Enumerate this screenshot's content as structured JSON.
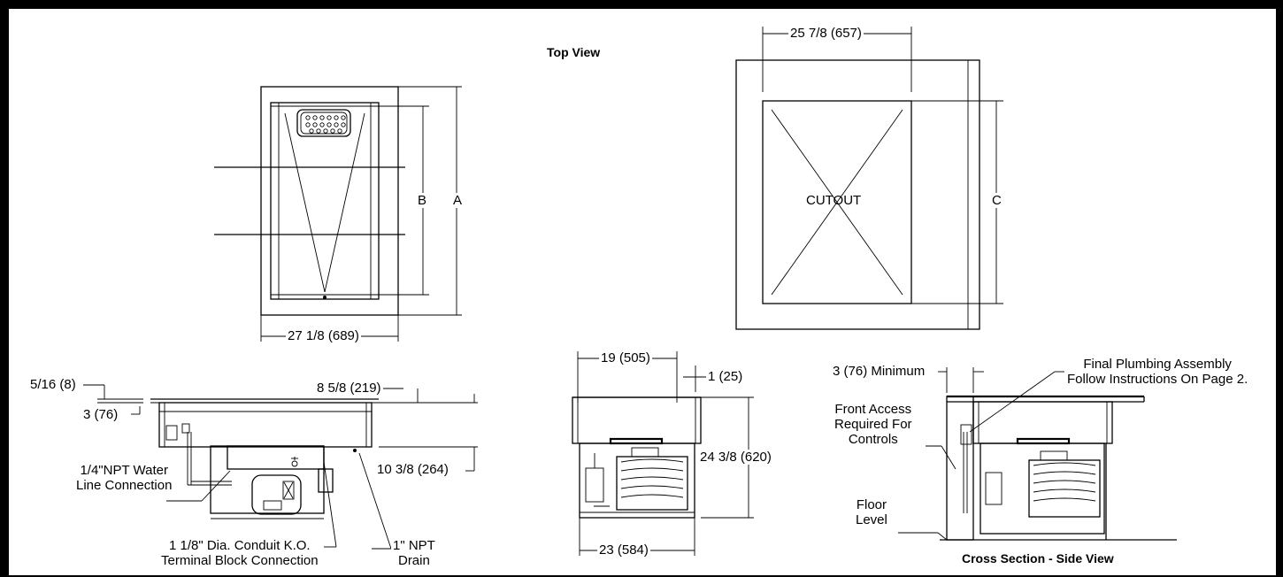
{
  "views": {
    "top_view_title": "Top View",
    "cross_section_title": "Cross Section - Side View"
  },
  "top_left": {
    "label_b": "B",
    "label_a": "A",
    "width_dim": "27 1/8 (689)"
  },
  "top_right": {
    "width_dim": "25 7/8 (657)",
    "cutout_label": "CUTOUT",
    "label_c": "C"
  },
  "side_left": {
    "dim_5_16": "5/16 (8)",
    "dim_3_76": "3 (76)",
    "dim_8_5_8": "8 5/8 (219)",
    "dim_10_3_8": "10 3/8 (264)",
    "water_line": "1/4\"NPT Water\nLine Connection",
    "conduit": "1 1/8\" Dia. Conduit K.O.\nTerminal Block Connection",
    "drain": "1\" NPT\nDrain"
  },
  "front_view": {
    "dim_19": "19 (505)",
    "dim_1": "1 (25)",
    "dim_height": "24 3/8 (620)",
    "dim_23": "23 (584)"
  },
  "cross_section": {
    "min_clearance": "3 (76) Minimum",
    "plumbing": "Final Plumbing Assembly\nFollow Instructions On Page 2.",
    "front_access": "Front Access\nRequired For\nControls",
    "floor_level": "Floor\nLevel"
  }
}
